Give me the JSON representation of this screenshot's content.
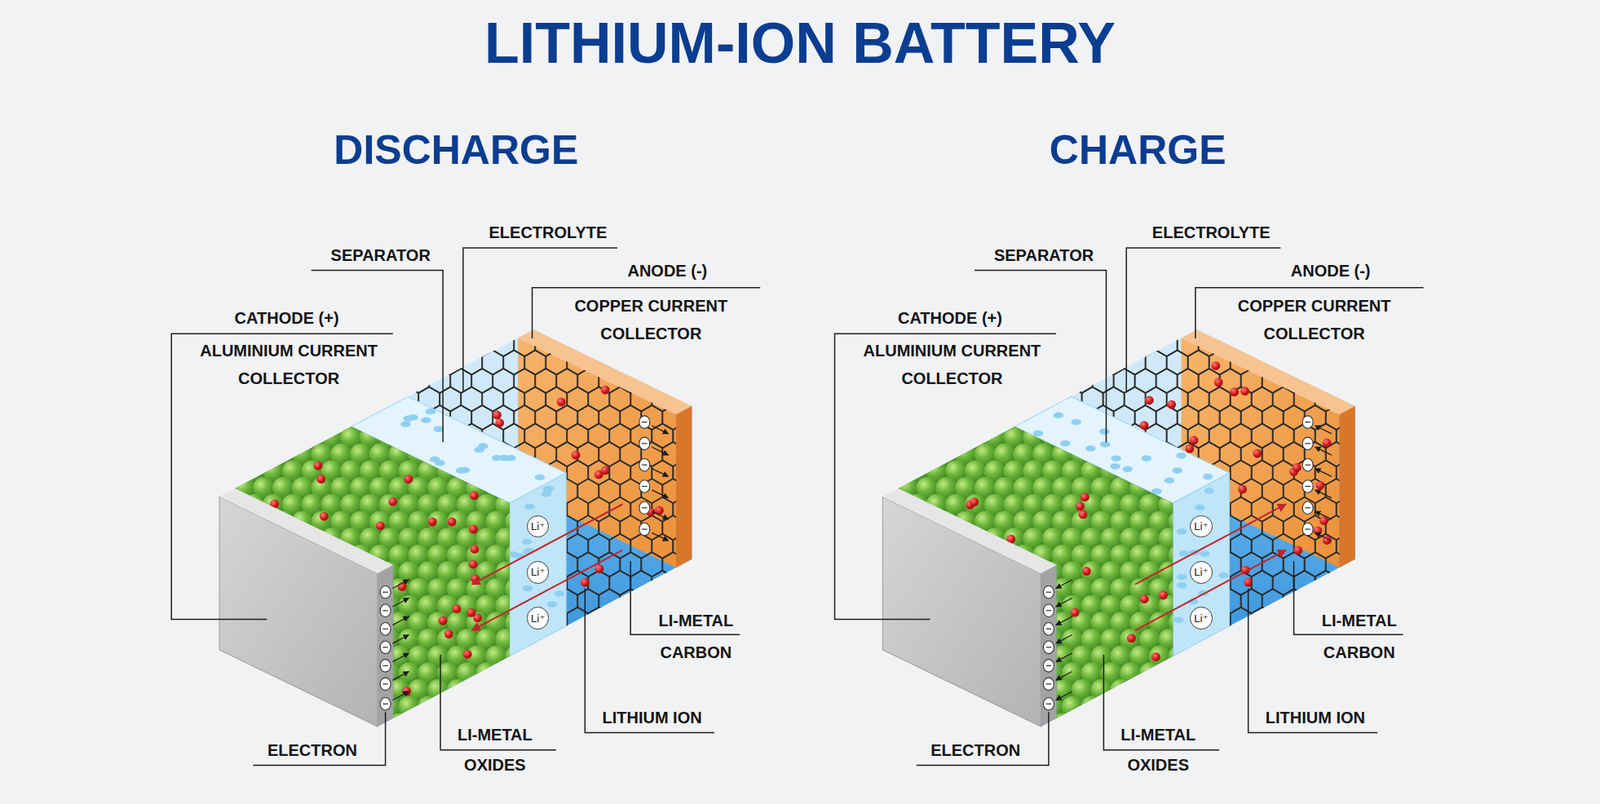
{
  "diagram": {
    "title": "LITHIUM-ION BATTERY",
    "nodes": [
      {
        "text": [
          "Li⁺"
        ]
      },
      {
        "text": [
          "Li⁺"
        ]
      },
      {
        "text": [
          "Li⁺"
        ]
      },
      {
        "text": [
          "Li⁺"
        ]
      },
      {
        "text": [
          "Li⁺"
        ]
      },
      {
        "text": [
          "Li⁺"
        ]
      }
    ],
    "labels": [
      "DISCHARGE",
      "SEPARATOR",
      "ELECTROLYTE",
      "ANODE (-)",
      "CATHODE (+)",
      "COPPER CURRENT COLLECTOR",
      "ALUMINIUM CURRENT COLLECTOR",
      "LI-METAL",
      "CARBON",
      "LITHIUM ION",
      "ELECTRON",
      "LI-METAL",
      "OXIDES",
      "CHARGE",
      "SEPARATOR",
      "ELECTROLYTE",
      "ANODE (-)",
      "CATHODE (+)",
      "COPPER CURRENT COLLECTOR",
      "ALUMINIUM CURRENT COLLECTOR",
      "LI-METAL",
      "CARBON",
      "LITHIUM ION",
      "ELECTRON",
      "LI-METAL",
      "OXIDES"
    ]
  }
}
